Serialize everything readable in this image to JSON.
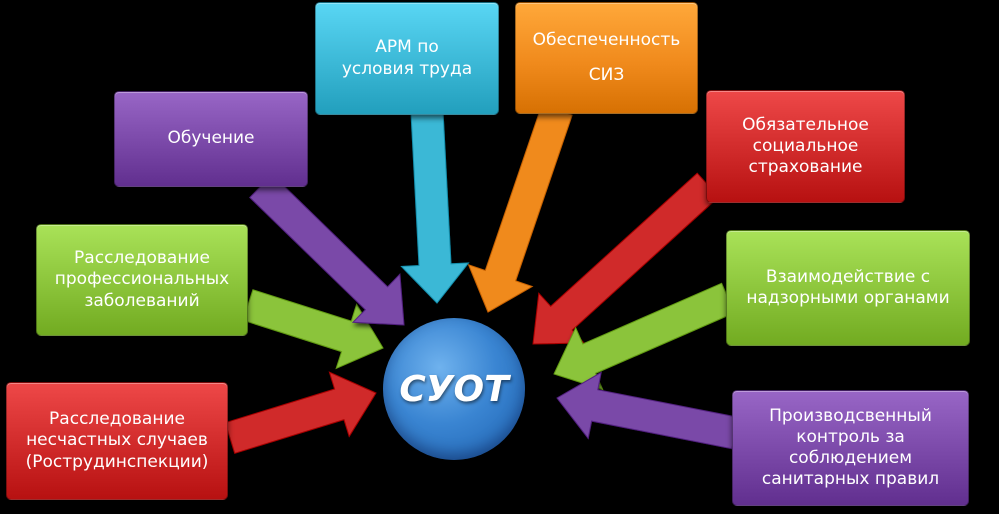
{
  "center": {
    "label": "СУОТ",
    "color": "#3a85d2"
  },
  "nodes": [
    {
      "id": "arm",
      "lines": [
        "АРМ по",
        "условия труда"
      ],
      "color": "#3bb8d6"
    },
    {
      "id": "siz",
      "lines": [
        "Обеспеченность",
        "СИЗ"
      ],
      "color": "#f08a1c"
    },
    {
      "id": "insurance",
      "lines": [
        "Обязательное",
        "социальное",
        "страхование"
      ],
      "color": "#d02a2a"
    },
    {
      "id": "supervision",
      "lines": [
        "Взаимодействие с",
        "надзорными органами"
      ],
      "color": "#8bc43a"
    },
    {
      "id": "sanitary",
      "lines": [
        "Производсвенный",
        "контроль за",
        "соблюдением",
        "санитарных правил"
      ],
      "color": "#7a48a8"
    },
    {
      "id": "accidents",
      "lines": [
        "Расследование",
        "несчастных случаев",
        "(Рострудинспекции)"
      ],
      "color": "#d02a2a"
    },
    {
      "id": "diseases",
      "lines": [
        "Расследование",
        "профессиональных",
        "заболеваний"
      ],
      "color": "#8bc43a"
    },
    {
      "id": "training",
      "lines": [
        "Обучение"
      ],
      "color": "#7a48a8"
    }
  ]
}
